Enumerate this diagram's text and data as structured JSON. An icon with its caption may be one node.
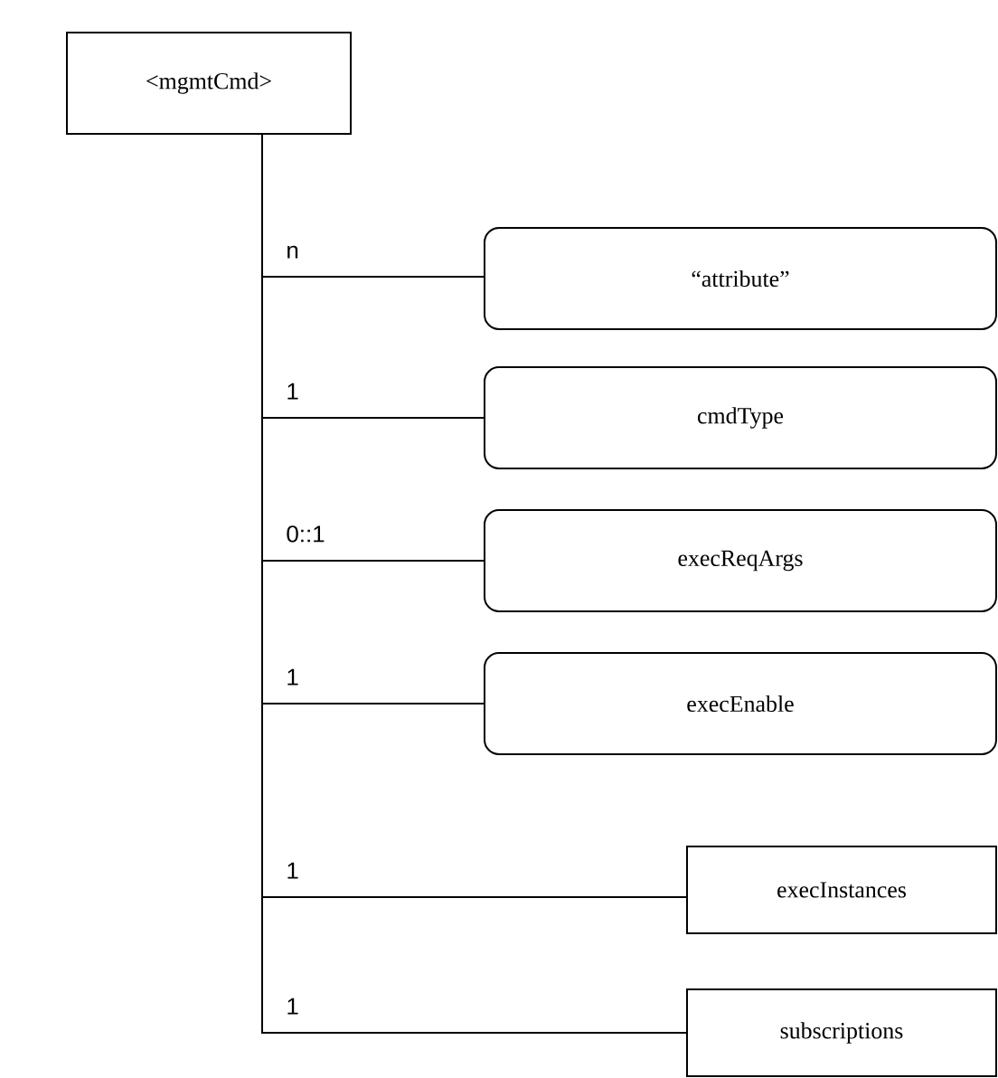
{
  "diagram": {
    "nodes": [
      {
        "text": [
          "<mgmtCmd>"
        ]
      },
      {
        "text": [
          "“attribute”"
        ]
      },
      {
        "text": [
          "cmdType"
        ]
      },
      {
        "text": [
          "execReqArgs"
        ]
      },
      {
        "text": [
          "execEnable"
        ]
      },
      {
        "text": [
          "execInstances"
        ]
      },
      {
        "text": [
          "subscriptions"
        ]
      }
    ],
    "edges": [
      {
        "from": 0,
        "to": 1,
        "arrow": "none",
        "label": "n"
      },
      {
        "from": 0,
        "to": 2,
        "arrow": "none",
        "label": "1"
      },
      {
        "from": 0,
        "to": 3,
        "arrow": "none",
        "label": "0::1"
      },
      {
        "from": 0,
        "to": 4,
        "arrow": "none",
        "label": "1"
      },
      {
        "from": 0,
        "to": 5,
        "arrow": "none",
        "label": "1"
      },
      {
        "from": 0,
        "to": 6,
        "arrow": "none",
        "label": "1"
      }
    ]
  }
}
